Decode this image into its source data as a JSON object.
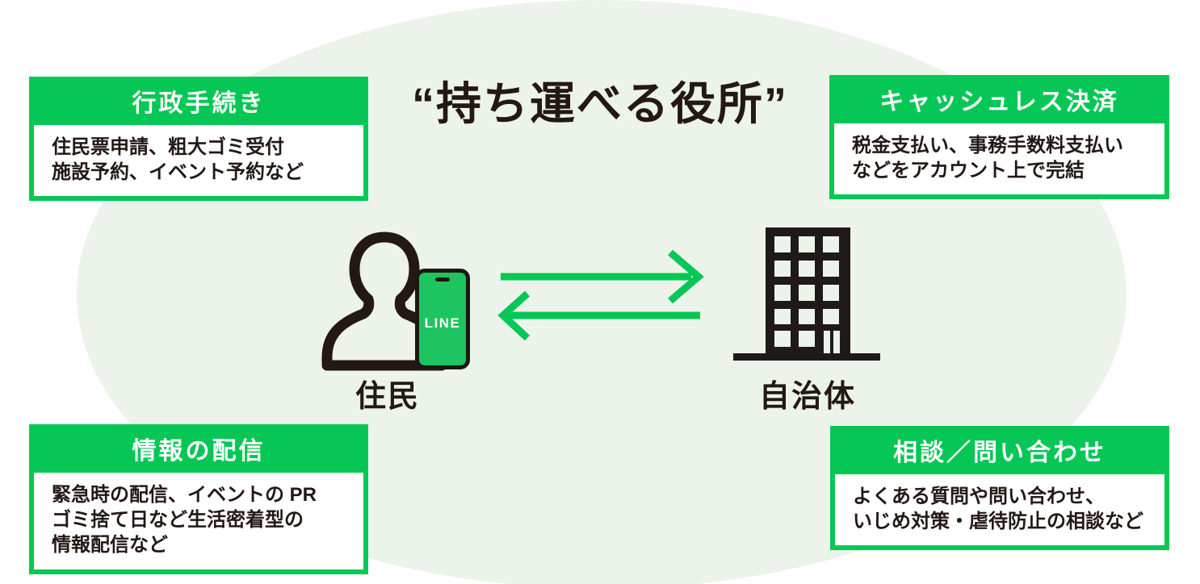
{
  "title": "“持ち運べる役所”",
  "colors": {
    "accent_green": "#06C755",
    "phone_screen_green": "#1DC45F",
    "ellipse_bg": "#ECF3EA",
    "dark_text": "#231815",
    "card_body_bg": "#FFFFFF",
    "header_text": "#FFFFFF"
  },
  "cards": {
    "top_left": {
      "header": "行政手続き",
      "lines": [
        "住民票申請、粗大ゴミ受付",
        "施設予約、イベント予約など"
      ]
    },
    "top_right": {
      "header": "キャッシュレス決済",
      "lines": [
        "税金支払い、事務手数料支払い",
        "などをアカウント上で完結"
      ]
    },
    "bottom_left": {
      "header": "情報の配信",
      "lines": [
        "緊急時の配信、イベントの PR",
        "ゴミ捨て日など生活密着型の",
        "情報配信など"
      ]
    },
    "bottom_right": {
      "header": "相談／問い合わせ",
      "lines": [
        "よくある質問や問い合わせ、",
        "いじめ対策・虐待防止の相談など"
      ]
    }
  },
  "actors": {
    "resident": {
      "label": "住民",
      "icon": "person-icon"
    },
    "municipality": {
      "label": "自治体",
      "icon": "building-icon"
    },
    "phone": {
      "app_label": "LINE",
      "icon": "line-phone-icon"
    }
  },
  "arrows": {
    "direction": "bidirectional",
    "icons": [
      "arrow-right-icon",
      "arrow-left-icon"
    ]
  }
}
